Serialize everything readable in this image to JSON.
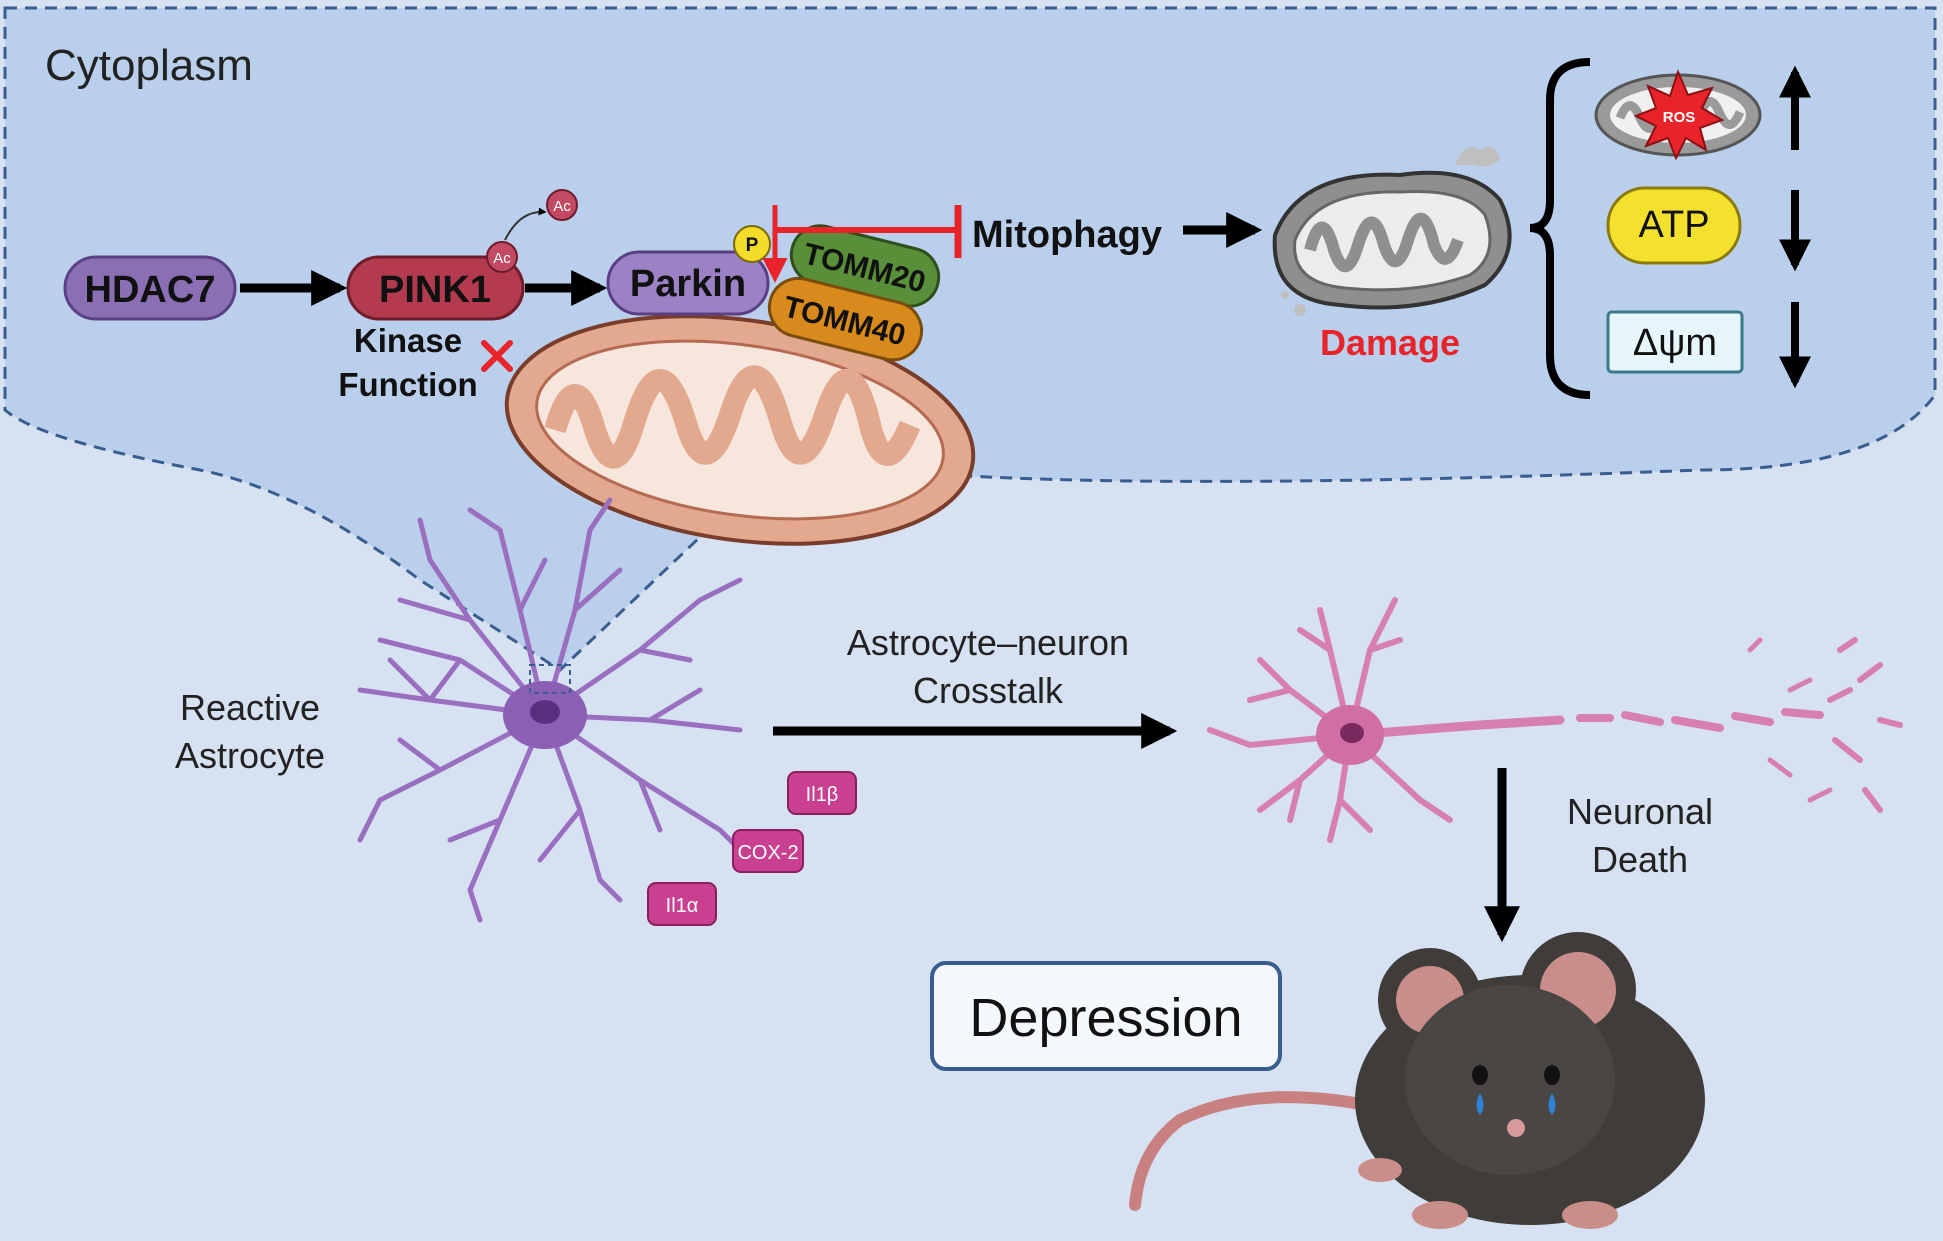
{
  "region": {
    "cytoplasm_label": "Cytoplasm"
  },
  "pathway": {
    "hdac7": "HDAC7",
    "pink1": "PINK1",
    "ac_badge": "Ac",
    "ac_released": "Ac",
    "kinase_line1": "Kinase",
    "kinase_line2": "Function",
    "parkin": "Parkin",
    "p_badge": "P",
    "tomm20": "TOMM20",
    "tomm40": "TOMM40",
    "mitophagy": "Mitophagy",
    "damage": "Damage"
  },
  "outcomes": {
    "ros": "ROS",
    "atp": "ATP",
    "membrane_potential": "Δψm"
  },
  "cells": {
    "astrocyte_line1": "Reactive",
    "astrocyte_line2": "Astrocyte",
    "crosstalk_line1": "Astrocyte–neuron",
    "crosstalk_line2": "Crosstalk",
    "death_line1": "Neuronal",
    "death_line2": "Death"
  },
  "cytokines": {
    "il1b": "Il1β",
    "cox2": "COX-2",
    "il1a": "Il1α"
  },
  "result": {
    "depression": "Depression"
  },
  "colors": {
    "background": "#d6e1f2",
    "cytoplasm_fill": "#b8cdea",
    "hdac7": "#8b6fb5",
    "pink1": "#b33a4f",
    "parkin": "#9b82c4",
    "tomm20": "#5a8f3a",
    "tomm40": "#d98a1c",
    "inhibition_red": "#e8232a",
    "astrocyte": "#9a6fc0",
    "neuron": "#d77fb0",
    "cytokine": "#c8408f",
    "mouse": "#3f3c3a"
  }
}
